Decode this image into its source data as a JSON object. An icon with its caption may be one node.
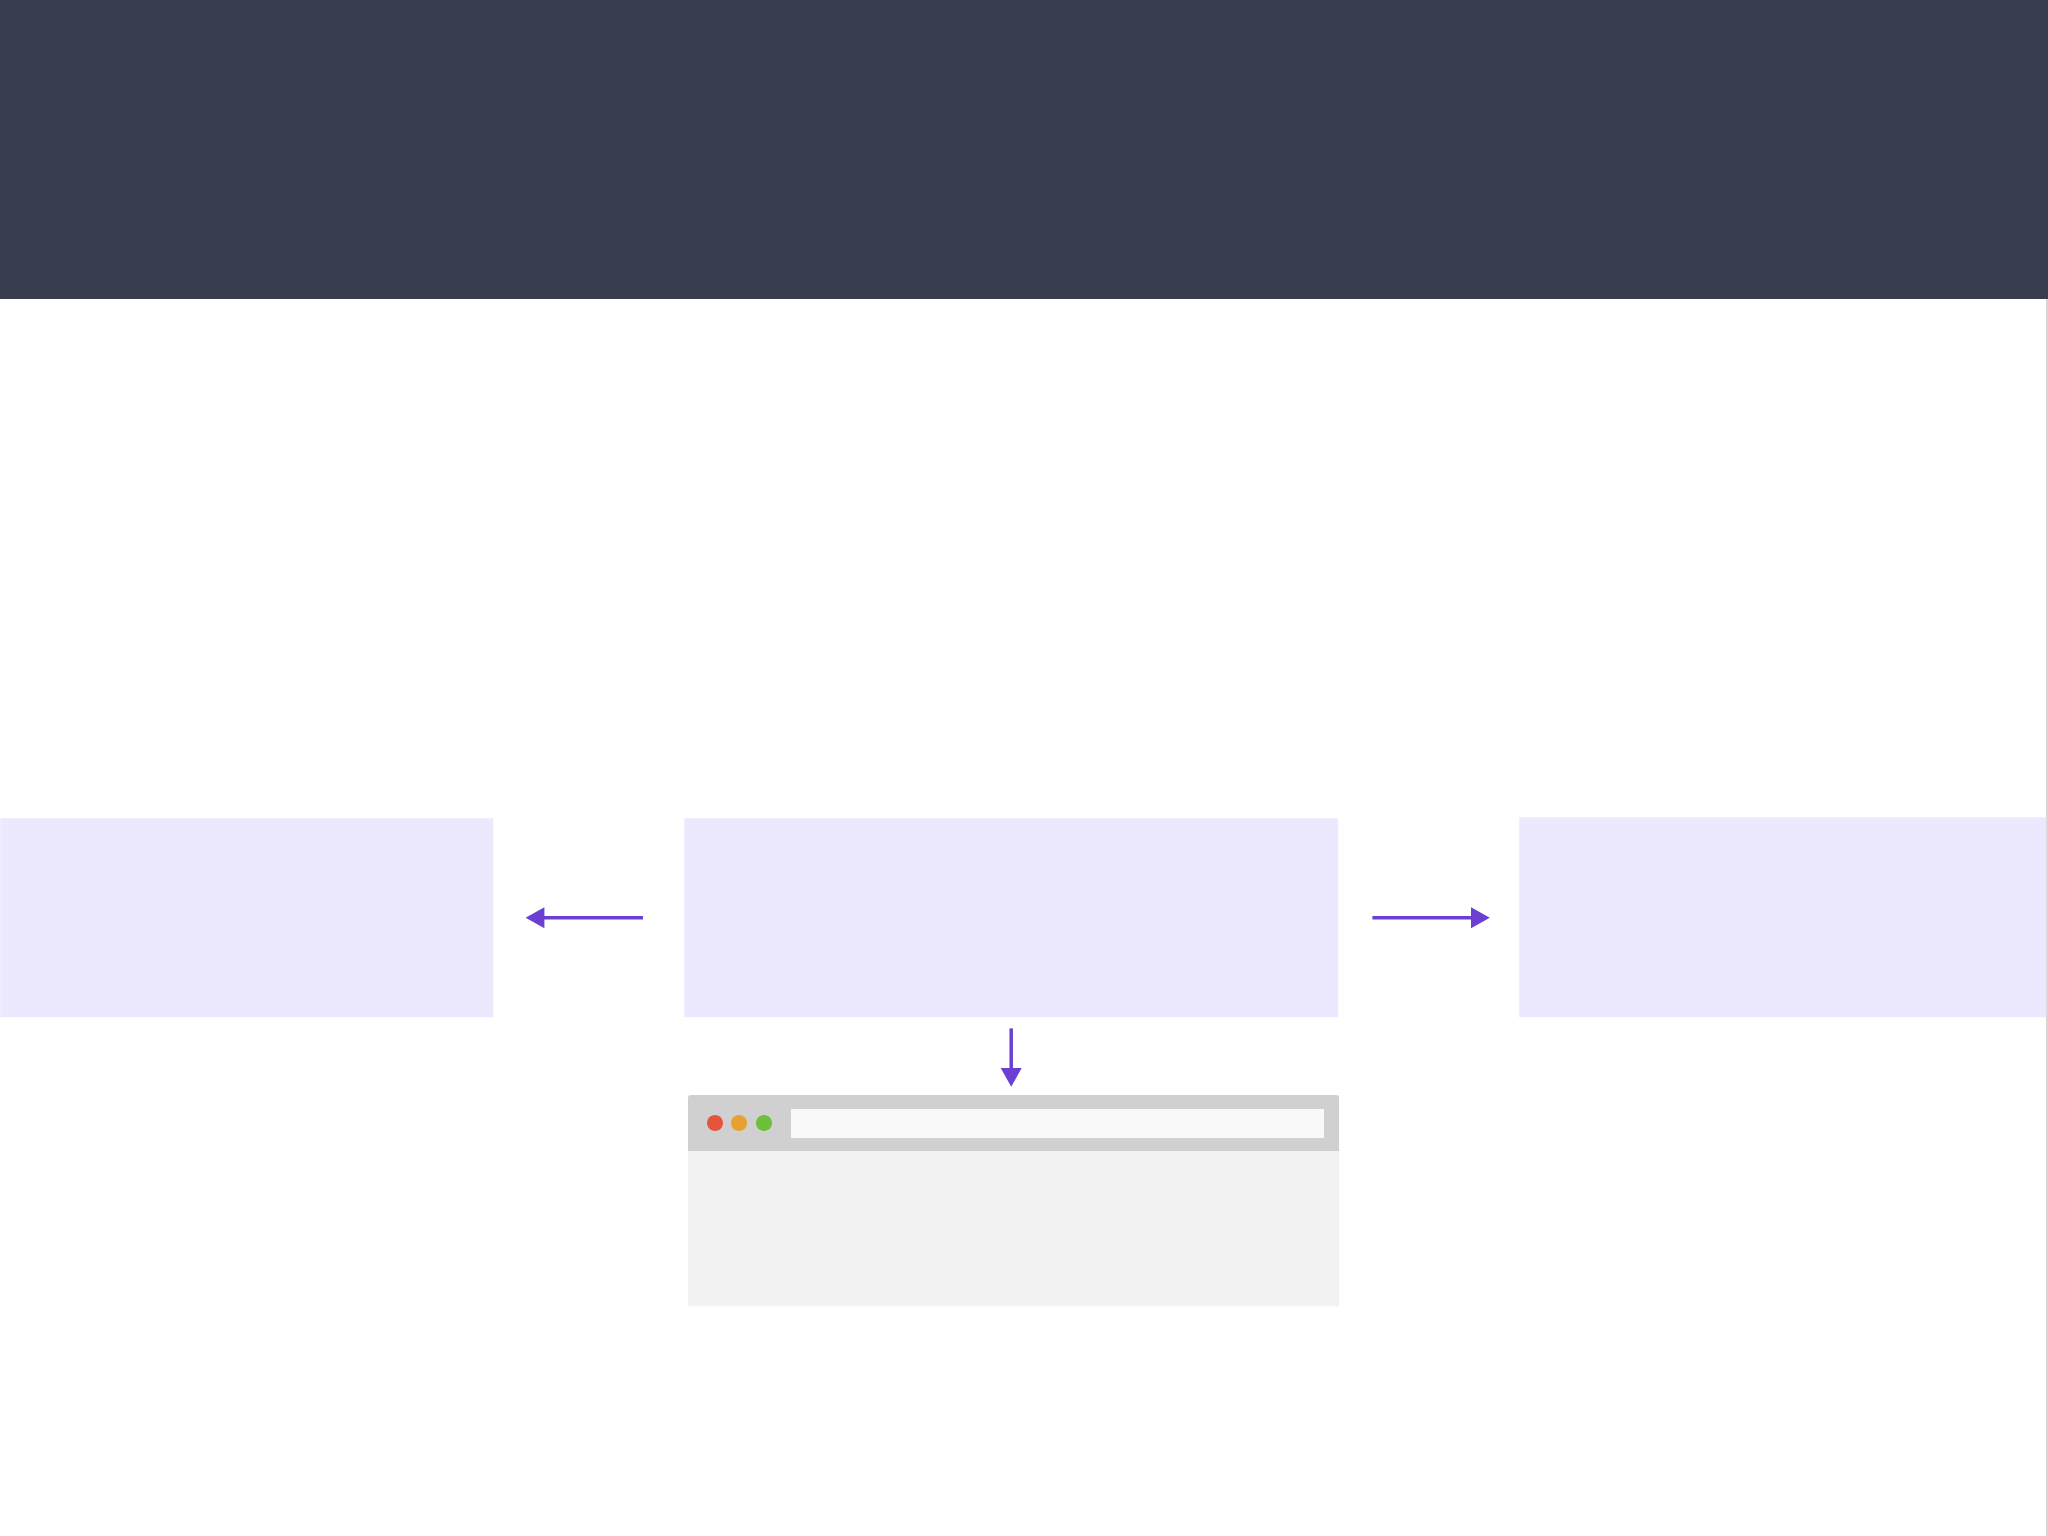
{
  "diagram": {
    "nodes": [
      {
        "text": [],
        "shape": "box"
      },
      {
        "text": [],
        "shape": "box"
      },
      {
        "text": [],
        "shape": "box"
      },
      {
        "text": [],
        "shape": "picture"
      }
    ],
    "edges": [
      {
        "from": 1,
        "to": 0,
        "arrow": "to"
      },
      {
        "from": 1,
        "to": 2,
        "arrow": "to"
      },
      {
        "from": 1,
        "to": 3,
        "arrow": "to"
      }
    ]
  }
}
